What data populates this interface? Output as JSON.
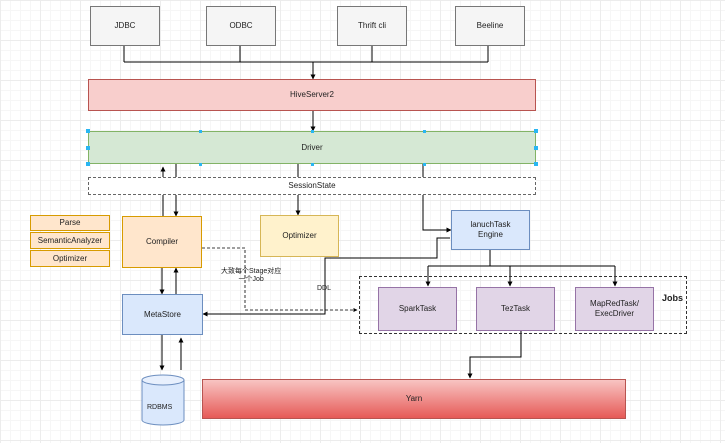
{
  "clients": {
    "jdbc": "JDBC",
    "odbc": "ODBC",
    "thrift": "Thrift cli",
    "beeline": "Beeline"
  },
  "hiveserver2": "HiveServer2",
  "driver": "Driver",
  "session_state": "SessionState",
  "compiler_phases": {
    "parse": "Parse",
    "semantic": "SemanticAnalyzer",
    "optimizer": "Optimizer"
  },
  "compiler": "Compiler",
  "optimizer": "Optimizer",
  "launch_engine": "lanuchTask\nEngine",
  "metastore": "MetaStore",
  "rdbms": "RDBMS",
  "yarn": "Yarn",
  "tasks": {
    "spark": "SparkTask",
    "tez": "TezTask",
    "mapred": "MapRedTask/\nExecDriver"
  },
  "jobs_label": "Jobs",
  "annotations": {
    "stage_job": "大致每个Stage对应\n一个Job",
    "ddl": "DDL"
  },
  "colors": {
    "client_fill": "#f5f5f5",
    "hiveserver2_fill": "#f8cecc",
    "driver_fill": "#d5e8d4",
    "compiler_fill": "#ffe6cc",
    "optimizer_fill": "#fff2cc",
    "engine_fill": "#dae8fc",
    "task_fill": "#e1d5e7",
    "yarn_fill": "#e65a57"
  }
}
